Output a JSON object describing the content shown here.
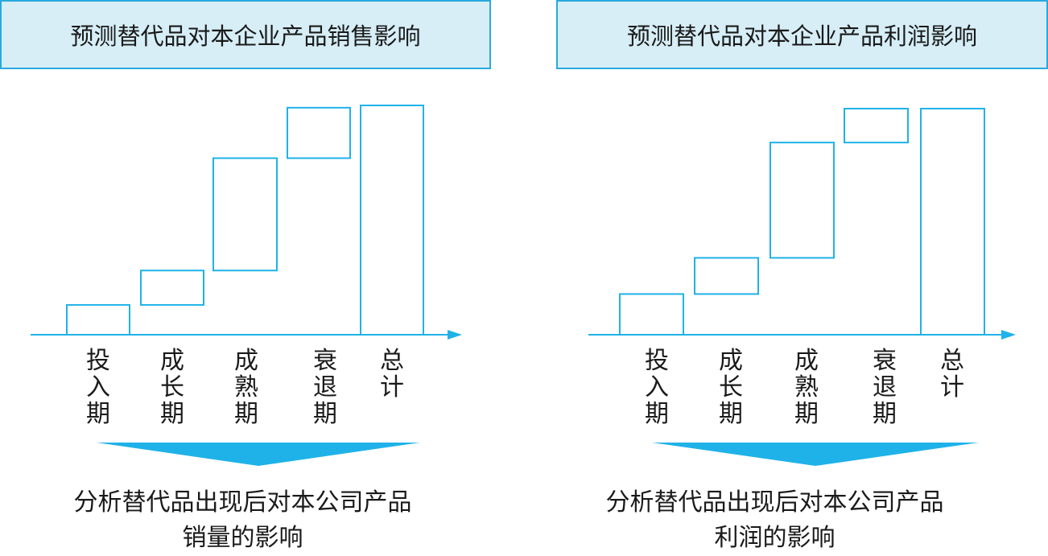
{
  "colors": {
    "accent": "#1fb2e8",
    "title_bg": "#d7eef7",
    "title_border": "#2aa9de",
    "text": "#1a1a1a"
  },
  "chart_data": [
    {
      "type": "waterfall",
      "title": "预测替代品对本企业产品销售影响",
      "categories": [
        "投入期",
        "成长期",
        "成熟期",
        "衰退期",
        "总计"
      ],
      "values": [
        0.13,
        0.15,
        0.49,
        0.22,
        1.0
      ],
      "total_index": 4,
      "grid": false,
      "conclusion": [
        "分析替代品出现后对本公司产品",
        "销量的影响"
      ]
    },
    {
      "type": "waterfall",
      "title": "预测替代品对本企业产品利润影响",
      "categories": [
        "投入期",
        "成长期",
        "成熟期",
        "衰退期",
        "总计"
      ],
      "values": [
        0.18,
        0.16,
        0.51,
        0.15,
        1.0
      ],
      "total_index": 4,
      "grid": false,
      "conclusion": [
        "分析替代品出现后对本公司产品",
        "利润的影响"
      ]
    }
  ]
}
